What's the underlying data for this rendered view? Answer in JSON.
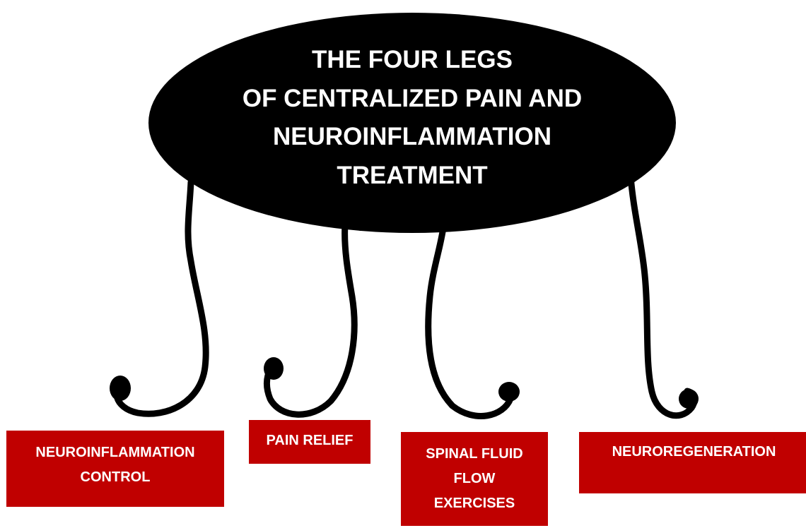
{
  "title": {
    "lines": [
      "THE FOUR LEGS",
      "OF CENTRALIZED PAIN AND",
      "NEUROINFLAMMATION",
      "TREATMENT"
    ]
  },
  "legs": [
    {
      "label": "NEUROINFLAMMATION\nCONTROL"
    },
    {
      "label": "PAIN RELIEF"
    },
    {
      "label": "SPINAL FLUID\nFLOW\nEXERCISES"
    },
    {
      "label": "NEUROREGENERATION"
    }
  ],
  "colors": {
    "table_top": "#000000",
    "legs": "#000000",
    "label_box": "#c00000",
    "label_text": "#ffffff",
    "background": "#ffffff"
  }
}
